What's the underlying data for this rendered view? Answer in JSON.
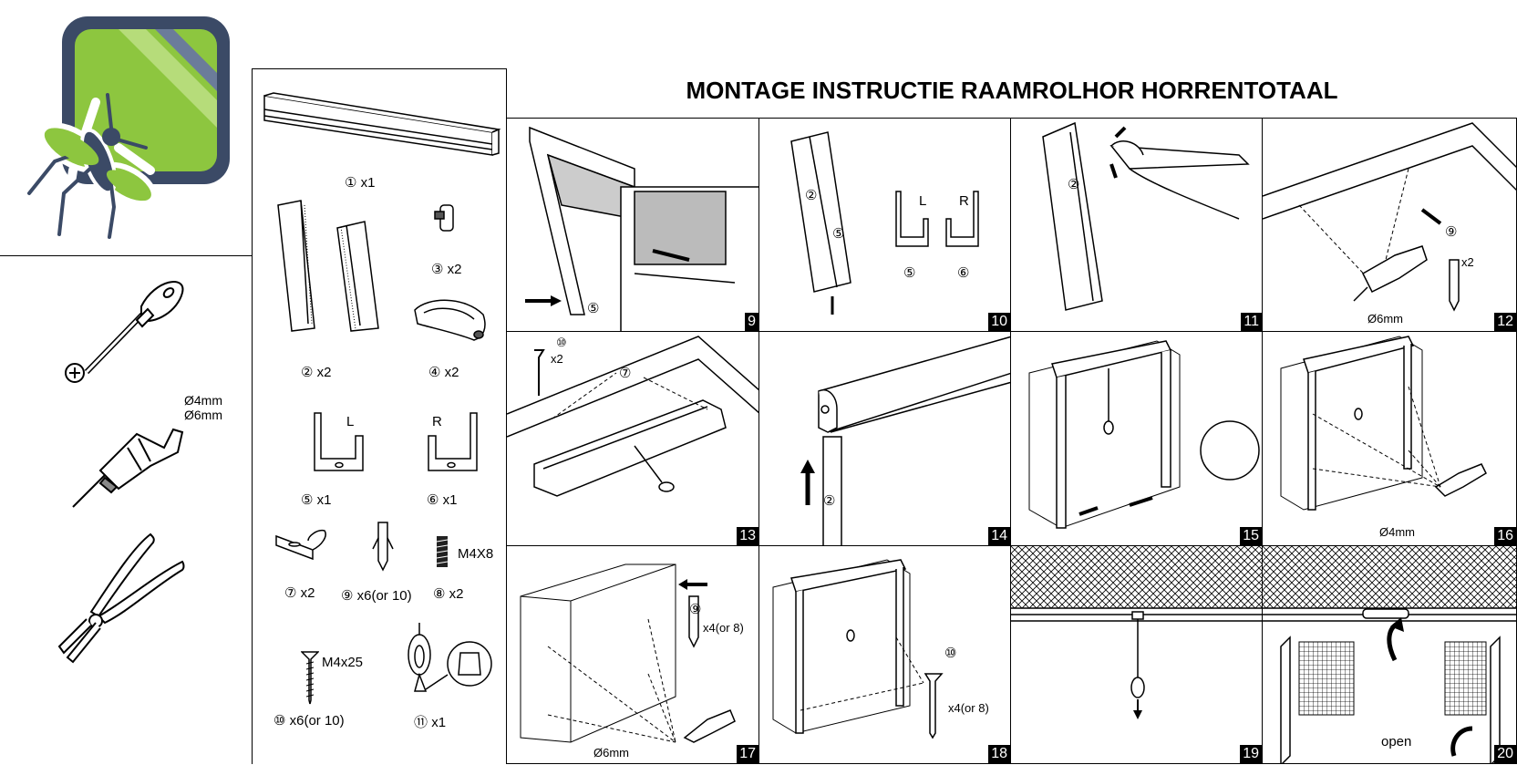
{
  "title": "MONTAGE INSTRUCTIE RAAMROLHOR HORRENTOTAAL",
  "brand": {
    "colors": {
      "green": "#8dc63f",
      "navy": "#3b4a66",
      "light_green": "#b6dc7a"
    },
    "icon": "mosquito-logo-icon"
  },
  "tools": {
    "items": [
      {
        "icon": "screwdriver-icon",
        "label": ""
      },
      {
        "icon": "drill-icon",
        "label": "Ø4mm\nØ6mm",
        "line1": "Ø4mm",
        "line2": "Ø6mm"
      },
      {
        "icon": "pliers-icon",
        "label": ""
      }
    ]
  },
  "parts": [
    {
      "num": "①",
      "label": "x1",
      "icon": "roller-cassette-icon"
    },
    {
      "num": "②",
      "label": "x2",
      "icon": "side-rail-icon"
    },
    {
      "num": "③",
      "label": "x2",
      "icon": "end-cap-icon"
    },
    {
      "num": "④",
      "label": "x2",
      "icon": "handle-icon"
    },
    {
      "num": "⑤",
      "label": "x1",
      "icon": "bracket-l-icon",
      "side": "L"
    },
    {
      "num": "⑥",
      "label": "x1",
      "icon": "bracket-r-icon",
      "side": "R"
    },
    {
      "num": "⑦",
      "label": "x2",
      "icon": "clip-icon"
    },
    {
      "num": "⑨",
      "label": "x6(or 10)",
      "icon": "wall-plug-icon"
    },
    {
      "num": "⑧",
      "label": "x2",
      "icon": "set-screw-icon",
      "spec": "M4X8"
    },
    {
      "num": "⑩",
      "label": "x6(or 10)",
      "icon": "screw-icon",
      "spec": "M4x25"
    },
    {
      "num": "⑪",
      "label": "x1",
      "icon": "pull-cord-icon"
    }
  ],
  "steps": [
    {
      "n": "9",
      "labels": [
        "⑤"
      ]
    },
    {
      "n": "10",
      "labels": [
        "②",
        "⑤",
        "L",
        "R",
        "⑤",
        "⑥"
      ]
    },
    {
      "n": "11",
      "labels": [
        "②"
      ]
    },
    {
      "n": "12",
      "labels": [
        "⑨",
        "x2",
        "Ø6mm"
      ]
    },
    {
      "n": "13",
      "labels": [
        "⑩",
        "x2",
        "⑦"
      ]
    },
    {
      "n": "14",
      "labels": [
        "②"
      ]
    },
    {
      "n": "15",
      "labels": []
    },
    {
      "n": "16",
      "labels": [
        "Ø4mm"
      ]
    },
    {
      "n": "17",
      "labels": [
        "⑨",
        "x4(or 8)",
        "Ø6mm"
      ]
    },
    {
      "n": "18",
      "labels": [
        "⑩",
        "x4(or 8)"
      ]
    },
    {
      "n": "19",
      "labels": []
    },
    {
      "n": "20",
      "labels": [
        "open"
      ]
    }
  ]
}
